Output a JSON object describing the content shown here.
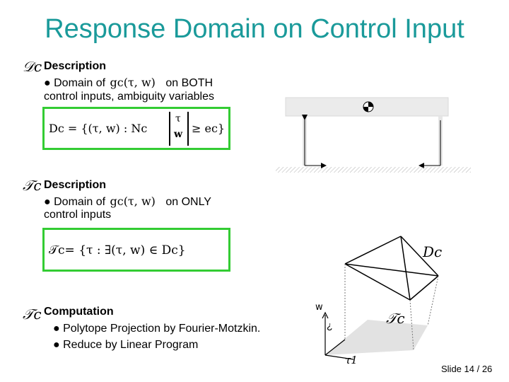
{
  "title": "Response Domain on Control Input",
  "section1": {
    "symbol": "𝒟c",
    "heading": "Description",
    "bullet_prefix": "● Domain of",
    "func": "gc(τ, w)",
    "bullet_suffix": "on BOTH",
    "line2": "control inputs, ambiguity variables",
    "eq_left": "Dc = {(τ, w) : Nc",
    "eq_vec_top": "τ",
    "eq_vec_bottom": "w",
    "eq_right": "≥ ec}"
  },
  "section2": {
    "symbol": "𝒯c",
    "heading": "Description",
    "bullet_prefix": "● Domain of",
    "func": "gc(τ, w)",
    "bullet_suffix": "on ONLY",
    "line2": "control inputs",
    "eq": "𝒯c= {τ : ∃(τ, w) ∈ Dc}"
  },
  "section3": {
    "symbol": "𝒯c",
    "heading": "Computation",
    "bullets": [
      "● Polytope Projection by Fourier-Motzkin.",
      "● Reduce by Linear  Program"
    ]
  },
  "diagram": {
    "label_D": "Dc",
    "label_T": "𝒯c",
    "axis_w": "w",
    "axis_tau": "τ1",
    "axis_mid": "¿"
  },
  "footer": {
    "slide": "Slide 14 / 26"
  }
}
